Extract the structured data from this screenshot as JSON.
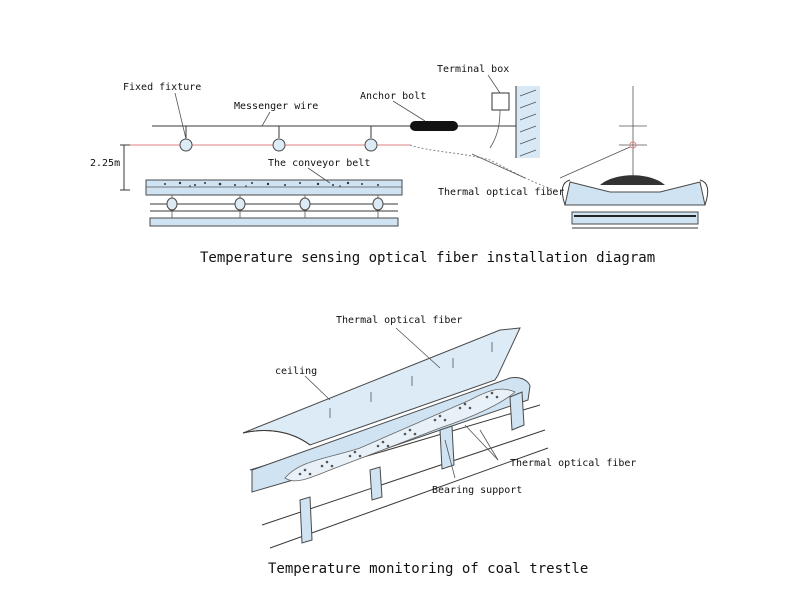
{
  "top_diagram": {
    "labels": {
      "fixed_fixture": "Fixed fixture",
      "messenger_wire": "Messenger wire",
      "anchor_bolt": "Anchor bolt",
      "terminal_box": "Terminal box",
      "height": "2.25m",
      "conveyor_belt": "The conveyor belt",
      "thermal_fiber": "Thermal optical fiber"
    },
    "caption": "Temperature sensing optical fiber installation diagram"
  },
  "bottom_diagram": {
    "labels": {
      "thermal_fiber_top": "Thermal optical fiber",
      "ceiling": "ceiling",
      "thermal_fiber_right": "Thermal optical fiber",
      "bearing_support": "Bearing support"
    },
    "caption": "Temperature monitoring of coal trestle"
  },
  "colors": {
    "fill": "#cfe3f2",
    "fiber": "#e08080",
    "line": "#3a3a3a"
  }
}
